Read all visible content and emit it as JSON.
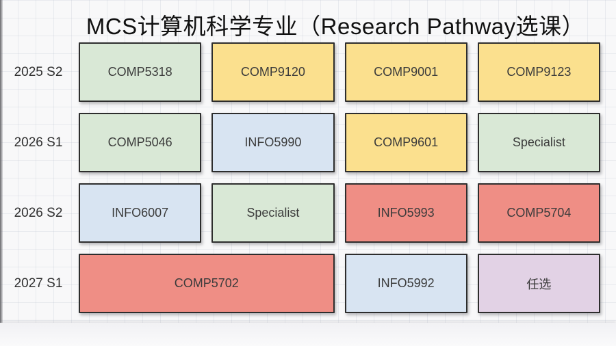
{
  "title": "MCS计算机科学专业（Research Pathway选课）",
  "colors": {
    "green": "#d9e8d6",
    "yellow": "#fbe08e",
    "blue": "#d8e4f2",
    "red": "#ef8e85",
    "purple": "#e2d2e5"
  },
  "rows": [
    {
      "label": "2025 S2",
      "courses": [
        {
          "code": "COMP5318",
          "color": "green",
          "span": 1
        },
        {
          "code": "COMP9120",
          "color": "yellow",
          "span": 1
        },
        {
          "code": "COMP9001",
          "color": "yellow",
          "span": 1
        },
        {
          "code": "COMP9123",
          "color": "yellow",
          "span": 1
        }
      ]
    },
    {
      "label": "2026 S1",
      "courses": [
        {
          "code": "COMP5046",
          "color": "green",
          "span": 1
        },
        {
          "code": "INFO5990",
          "color": "blue",
          "span": 1
        },
        {
          "code": "COMP9601",
          "color": "yellow",
          "span": 1
        },
        {
          "code": "Specialist",
          "color": "green",
          "span": 1
        }
      ]
    },
    {
      "label": "2026 S2",
      "courses": [
        {
          "code": "INFO6007",
          "color": "blue",
          "span": 1
        },
        {
          "code": "Specialist",
          "color": "green",
          "span": 1
        },
        {
          "code": "INFO5993",
          "color": "red",
          "span": 1
        },
        {
          "code": "COMP5704",
          "color": "red",
          "span": 1
        }
      ]
    },
    {
      "label": "2027 S1",
      "courses": [
        {
          "code": "COMP5702",
          "color": "red",
          "span": 2
        },
        {
          "code": "INFO5992",
          "color": "blue",
          "span": 1
        },
        {
          "code": "任选",
          "color": "purple",
          "span": 1
        }
      ]
    }
  ]
}
